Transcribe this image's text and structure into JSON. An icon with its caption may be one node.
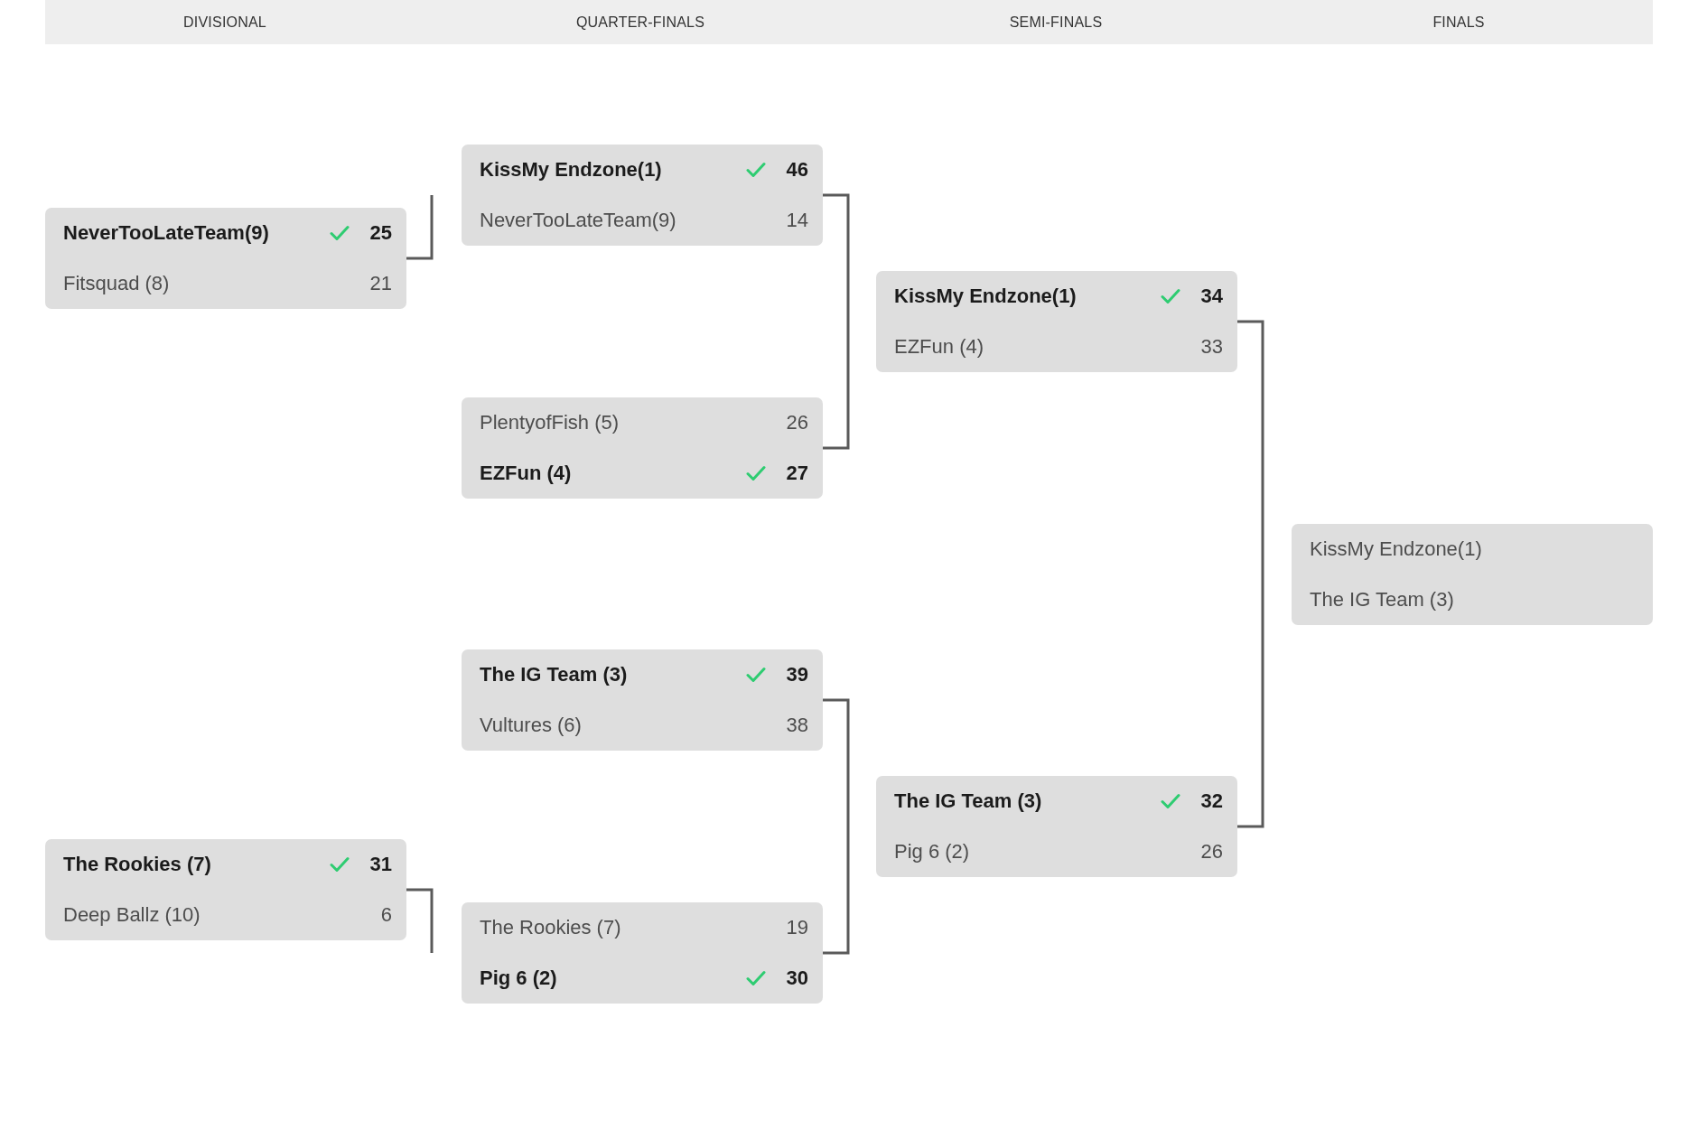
{
  "diagram": {
    "nodes": [
      {
        "text": [
          "DIVISIONAL",
          "QUARTER-FINALS",
          "SEMI-FINALS",
          "FINALS"
        ]
      },
      {
        "text": [
          "NeverTooLateTeam(9)",
          "25",
          "Fitsquad (8)",
          "21"
        ]
      },
      {
        "text": [
          "The Rookies (7)",
          "31",
          "Deep Ballz (10)",
          "6"
        ]
      },
      {
        "text": [
          "KissMy Endzone(1)",
          "46",
          "NeverTooLateTeam(9)",
          "14"
        ]
      },
      {
        "text": [
          "PlentyofFish (5)",
          "26",
          "EZFun (4)",
          "27"
        ]
      },
      {
        "text": [
          "The IG Team (3)",
          "39",
          "Vultures (6)",
          "38"
        ]
      },
      {
        "text": [
          "The Rookies (7)",
          "19",
          "Pig 6 (2)",
          "30"
        ]
      },
      {
        "text": [
          "KissMy Endzone(1)",
          "34",
          "EZFun (4)",
          "33"
        ]
      },
      {
        "text": [
          "The IG Team (3)",
          "32",
          "Pig 6 (2)",
          "26"
        ]
      },
      {
        "text": [
          "KissMy Endzone(1)",
          "The IG Team (3)"
        ]
      }
    ],
    "edges": [
      {
        "from": 1,
        "to": null,
        "arrow": "none"
      },
      {
        "from": 2,
        "to": null,
        "arrow": "none"
      },
      {
        "from": 3,
        "to": 4,
        "arrow": "none"
      },
      {
        "from": 5,
        "to": 6,
        "arrow": "none"
      },
      {
        "from": 7,
        "to": 8,
        "arrow": "none"
      }
    ]
  }
}
